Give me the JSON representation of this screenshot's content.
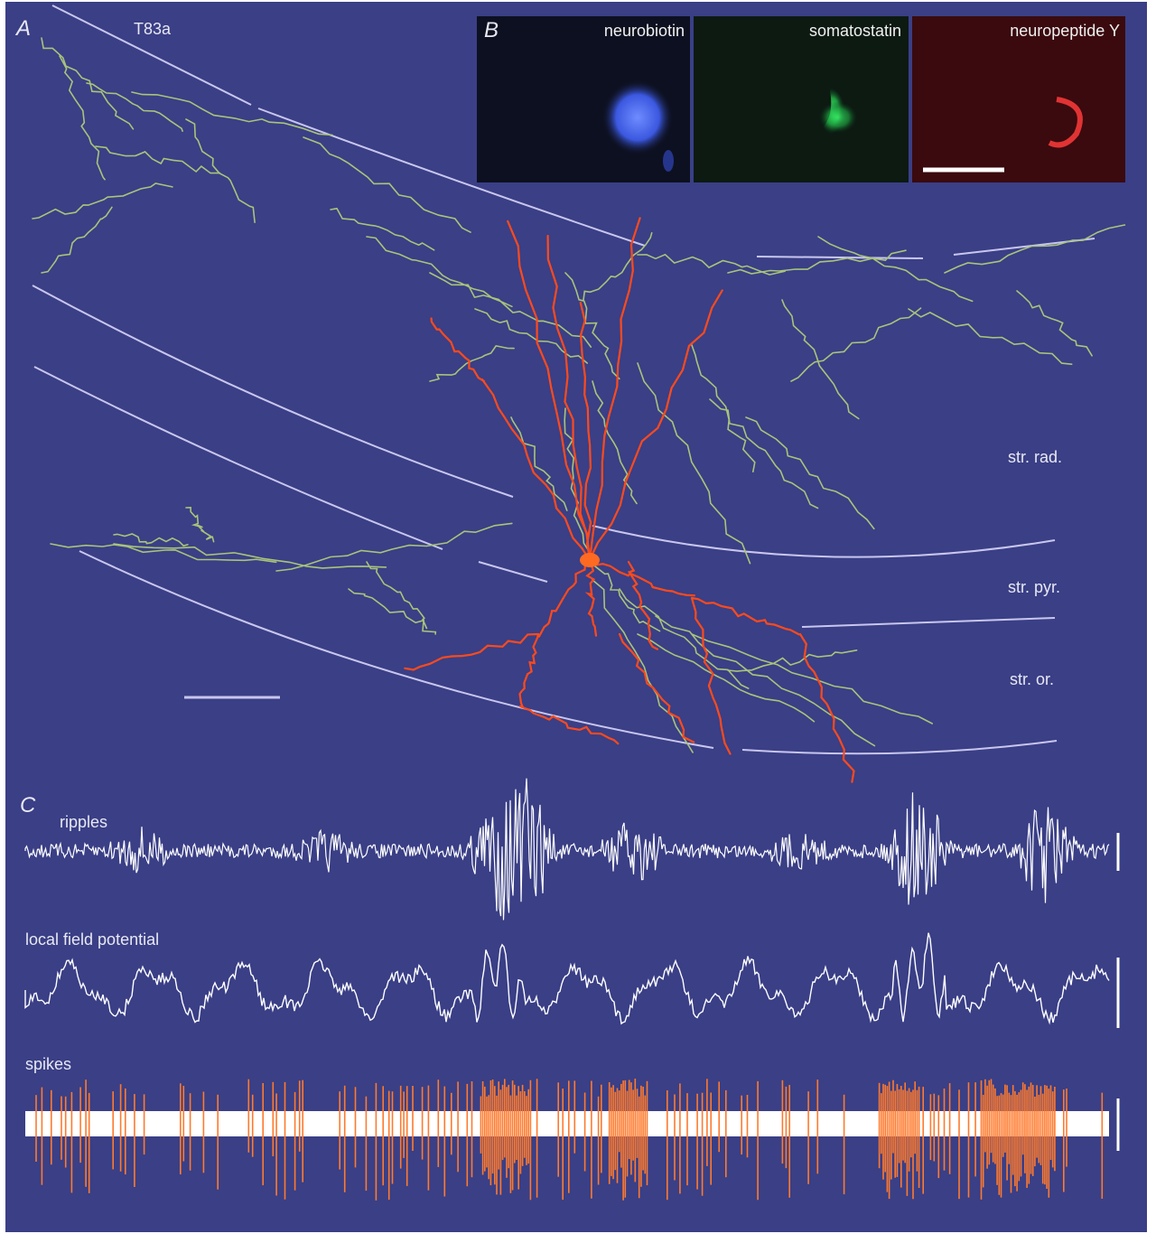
{
  "panels": {
    "A": {
      "letter": "A",
      "cell_id": "T83a",
      "layers": [
        "str. rad.",
        "str. pyr.",
        "str. or."
      ]
    },
    "B": {
      "letter": "B",
      "stains": [
        {
          "label": "neurobiotin",
          "color": "#4a66ff"
        },
        {
          "label": "somatostatin",
          "color": "#2fd35a"
        },
        {
          "label": "neuropeptide Y",
          "color": "#e02a2a"
        }
      ]
    },
    "C": {
      "letter": "C",
      "traces": [
        {
          "label": "ripples",
          "color": "#ffffff"
        },
        {
          "label": "local field potential",
          "color": "#ffffff"
        },
        {
          "label": "spikes",
          "color": "#ffffff",
          "spike_color": "#ff7a2e"
        }
      ]
    }
  },
  "colors": {
    "background": "#3a3f86",
    "axon": "#a8c47a",
    "dendrite": "#ff4a1c",
    "layer_line": "#c9c6ee"
  }
}
